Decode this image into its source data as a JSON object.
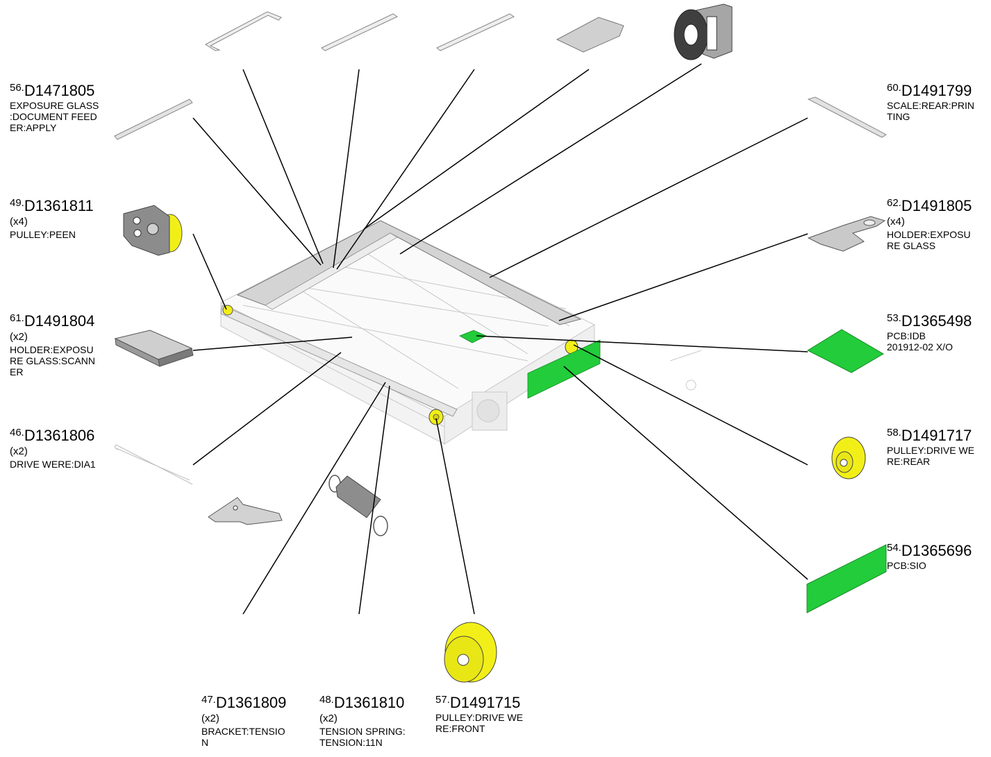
{
  "colors": {
    "leader": "#000000",
    "pcb": "#22cc3a",
    "pulley": "#f2ef18",
    "metal": "#c9c9c9",
    "frame_line": "#bdbdbd"
  },
  "parts": [
    {
      "num": "56.",
      "code": "D1471805",
      "qty": "",
      "desc": "EXPOSURE GLASS\n:DOCUMENT FEED\nER:APPLY"
    },
    {
      "num": "49.",
      "code": "D1361811",
      "qty": "(x4)",
      "desc": "PULLEY:PEEN"
    },
    {
      "num": "61.",
      "code": "D1491804",
      "qty": "(x2)",
      "desc": "HOLDER:EXPOSU\nRE GLASS:SCANN\nER"
    },
    {
      "num": "46.",
      "code": "D1361806",
      "qty": "(x2)",
      "desc": "DRIVE WERE:DIA1"
    },
    {
      "num": "60.",
      "code": "D1491799",
      "qty": "",
      "desc": "SCALE:REAR:PRIN\nTING"
    },
    {
      "num": "62.",
      "code": "D1491805",
      "qty": "(x4)",
      "desc": "HOLDER:EXPOSU\nRE GLASS"
    },
    {
      "num": "53.",
      "code": "D1365498",
      "qty": "",
      "desc": "PCB:IDB\n201912-02 X/O"
    },
    {
      "num": "58.",
      "code": "D1491717",
      "qty": "",
      "desc": "PULLEY:DRIVE WE\nRE:REAR"
    },
    {
      "num": "54.",
      "code": "D1365696",
      "qty": "",
      "desc": "PCB:SIO"
    },
    {
      "num": "47.",
      "code": "D1361809",
      "qty": "(x2)",
      "desc": "BRACKET:TENSIO\nN"
    },
    {
      "num": "48.",
      "code": "D1361810",
      "qty": "(x2)",
      "desc": "TENSION SPRING:\nTENSION:11N"
    },
    {
      "num": "57.",
      "code": "D1491715",
      "qty": "",
      "desc": "PULLEY:DRIVE WE\nRE:FRONT"
    }
  ]
}
